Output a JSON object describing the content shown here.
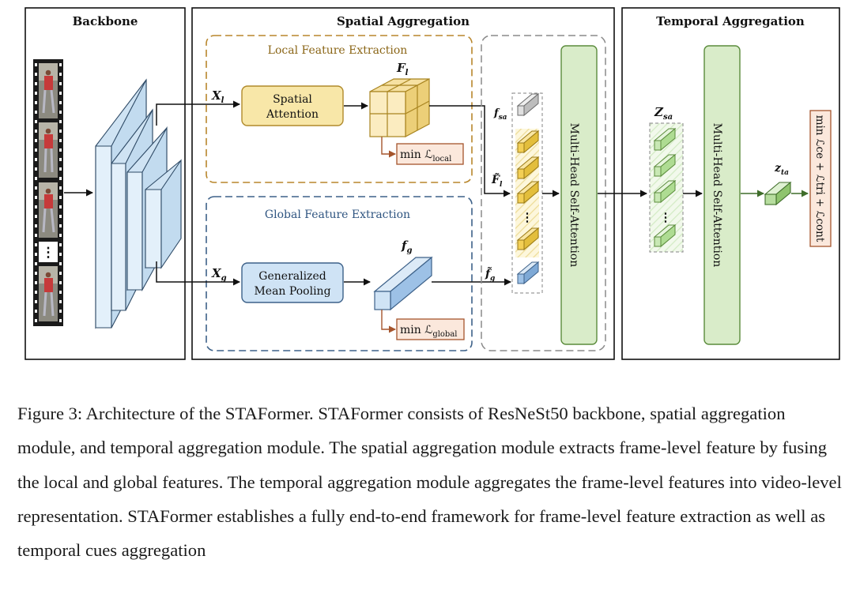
{
  "figure": {
    "panels": {
      "backbone": "Backbone",
      "spatial": "Spatial Aggregation",
      "temporal": "Temporal Aggregation"
    },
    "local_box_title": "Local Feature Extraction",
    "global_box_title": "Global Feature Extraction",
    "spatial_attention": [
      "Spatial",
      "Attention"
    ],
    "gem_pooling": [
      "Generalized",
      "Mean Pooling"
    ],
    "mhsa_label": "Multi-Head Self-Attention",
    "symbols": {
      "x_l": "X",
      "x_l_sub": "l",
      "x_g": "X",
      "x_g_sub": "g",
      "F_l": "F",
      "F_l_sub": "l",
      "f_g": "f",
      "f_g_sub": "g",
      "f_sa": "f",
      "f_sa_sub": "sa",
      "F_tilde_l": "F̃",
      "F_tilde_l_sub": "l",
      "f_tilde_g": "f̃",
      "f_tilde_g_sub": "g",
      "Z_sa": "Z",
      "Z_sa_sub": "sa",
      "z_ta": "z",
      "z_ta_sub": "ta"
    },
    "loss_local": {
      "prefix": "min ℒ",
      "sub": "local"
    },
    "loss_global": {
      "prefix": "min ℒ",
      "sub": "global"
    },
    "loss_final": "min ℒce + ℒtri + ℒcont",
    "ellipsis": "⋮",
    "colors": {
      "local_border": "#b8862c",
      "global_border": "#3d6189",
      "local_fill": "#f8e7a8",
      "global_fill": "#cfe3f5",
      "mhsa_fill": "#d9ecc9",
      "mhsa_border": "#5b8c3c",
      "loss_fill": "#fbe8dc",
      "loss_border": "#a5552d",
      "token_yellow": "#f3cf55",
      "token_blue": "#9dc1e6",
      "token_green": "#c8e8b4"
    }
  },
  "caption": "Figure 3: Architecture of the STAFormer. STAFormer consists of ResNeSt50 backbone, spatial aggregation module, and temporal aggregation module. The spatial aggregation module extracts frame-level feature by fusing the local and global features. The temporal aggregation module aggregates the frame-level features into video-level representation. STAFormer establishes a fully end-to-end framework for frame-level feature extraction as well as temporal cues aggregation"
}
